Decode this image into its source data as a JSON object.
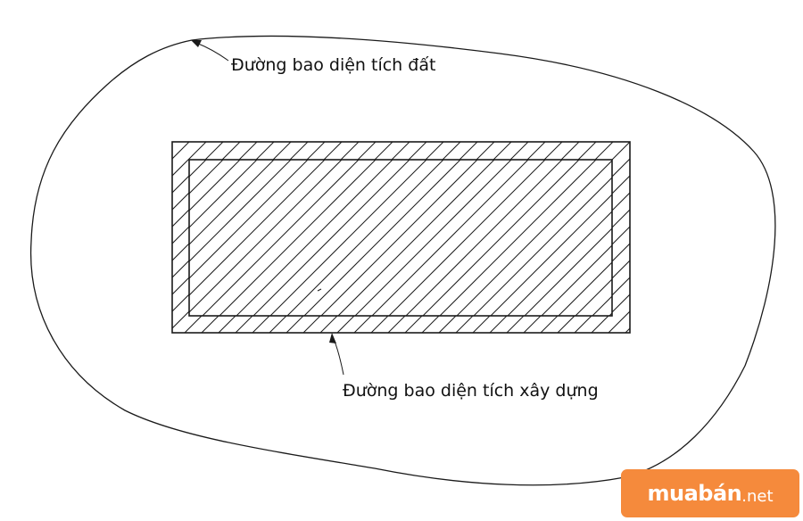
{
  "labels": {
    "land_boundary": "Đường bao diện tích đất",
    "building_boundary": "Đường bao diện tích xây dựng"
  },
  "watermark": {
    "main": "muabán",
    "suffix": ".net",
    "color": "#f58a3c"
  },
  "colors": {
    "line": "#1a1a1a",
    "background": "#ffffff"
  }
}
